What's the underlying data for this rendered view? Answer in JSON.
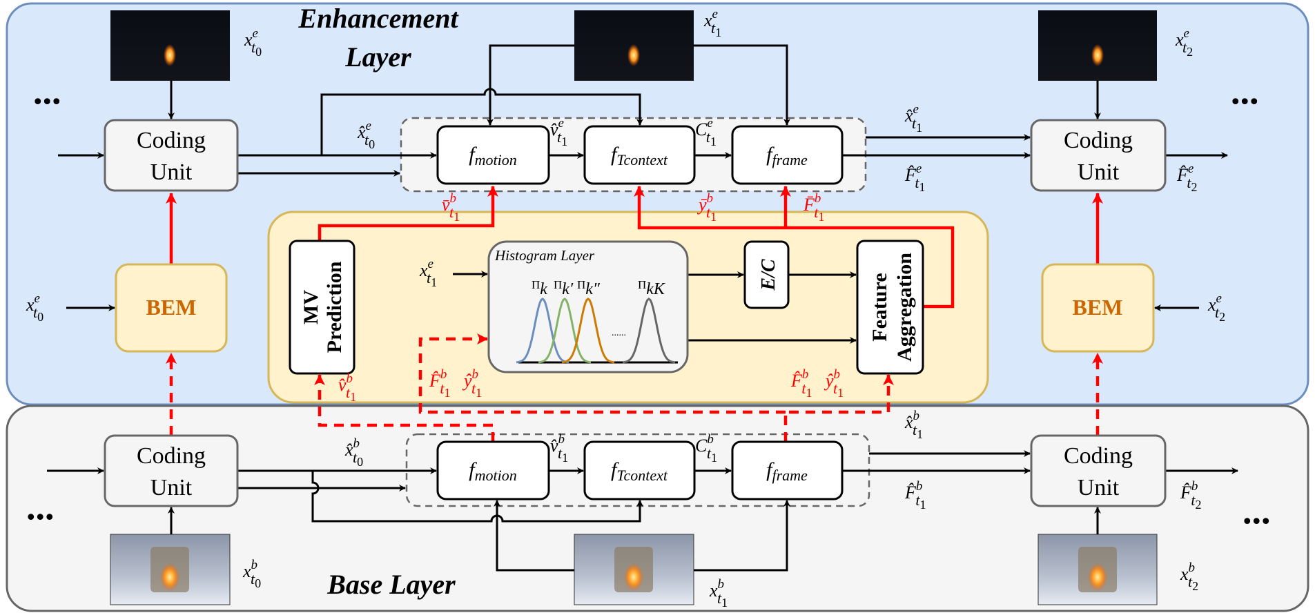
{
  "layers": {
    "enhancement_title_line1": "Enhancement",
    "enhancement_title_line2": "Layer",
    "base_title": "Base Layer"
  },
  "ellipsis": "...",
  "coding_unit": {
    "line1": "Coding",
    "line2": "Unit"
  },
  "modules": {
    "motion": {
      "base": "f",
      "sub": "motion"
    },
    "tcontext": {
      "base": "f",
      "sub": "Tcontext"
    },
    "frame": {
      "base": "f",
      "sub": "frame"
    },
    "bem": "BEM",
    "mv_prediction_line1": "MV",
    "mv_prediction_line2": "Prediction",
    "histogram_layer": "Histogram Layer",
    "ec": "E/C",
    "feature_aggregation_line1": "Feature",
    "feature_aggregation_line2": "Aggregation",
    "histogram_dots": "......"
  },
  "histogram_bins": [
    {
      "label": "Π",
      "sub": "k",
      "color": "#6c8ebf"
    },
    {
      "label": "Π",
      "sub": "k′",
      "color": "#82b366"
    },
    {
      "label": "Π",
      "sub": "k″",
      "color": "#cc7a00"
    },
    {
      "label": "Π",
      "sub": "kK",
      "color": "#666666"
    }
  ],
  "labels": {
    "x_t0_e": {
      "base": "x",
      "sup": "e",
      "sub": "t0"
    },
    "x_t1_e": {
      "base": "x",
      "sup": "e",
      "sub": "t1"
    },
    "x_t2_e": {
      "base": "x",
      "sup": "e",
      "sub": "t2"
    },
    "xhat_t0_e": {
      "base": "x̂",
      "sup": "e",
      "sub": "t0"
    },
    "xhat_t1_e": {
      "base": "x̂",
      "sup": "e",
      "sub": "t1"
    },
    "vhat_t1_e": {
      "base": "v̂",
      "sup": "e",
      "sub": "t1"
    },
    "C_t1_e": {
      "base": "C",
      "sup": "e",
      "sub": "t1"
    },
    "Fhat_t1_e": {
      "base": "F̂",
      "sup": "e",
      "sub": "t1"
    },
    "Fhat_t2_e": {
      "base": "F̂",
      "sup": "e",
      "sub": "t2"
    },
    "vbar_t1_b": {
      "base": "v̄",
      "sup": "b",
      "sub": "t1"
    },
    "ybar_t1_b": {
      "base": "ȳ",
      "sup": "b",
      "sub": "t1"
    },
    "Fbar_t1_b": {
      "base": "F̄",
      "sup": "b",
      "sub": "t1"
    },
    "vhat_t1_b_red": {
      "base": "v̂",
      "sup": "b",
      "sub": "t1"
    },
    "Fhat_t1_b_red": {
      "base": "F̂",
      "sup": "b",
      "sub": "t1"
    },
    "yhat_t1_b_red": {
      "base": "ŷ",
      "sup": "b",
      "sub": "t1"
    },
    "x_t0_b": {
      "base": "x",
      "sup": "b",
      "sub": "t0"
    },
    "x_t1_b": {
      "base": "x",
      "sup": "b",
      "sub": "t1"
    },
    "x_t2_b": {
      "base": "x",
      "sup": "b",
      "sub": "t2"
    },
    "xhat_t0_b": {
      "base": "x̂",
      "sup": "b",
      "sub": "t0"
    },
    "xhat_t1_b": {
      "base": "x̂",
      "sup": "b",
      "sub": "t1"
    },
    "vhat_t1_b": {
      "base": "v̂",
      "sup": "b",
      "sub": "t1"
    },
    "C_t1_b": {
      "base": "C",
      "sup": "b",
      "sub": "t1"
    },
    "Fhat_t1_b": {
      "base": "F̂",
      "sup": "b",
      "sub": "t1"
    },
    "Fhat_t2_b": {
      "base": "F̂",
      "sup": "b",
      "sub": "t2"
    }
  },
  "colors": {
    "enhancement_bg": "#dae8fc",
    "enhancement_border": "#6c8ebf",
    "base_bg": "#f5f5f5",
    "base_border": "#666666",
    "module_bg": "#fff2cc",
    "module_border": "#d6b656",
    "bem_text": "#cc6600",
    "feature_flow": "#ff0000"
  }
}
